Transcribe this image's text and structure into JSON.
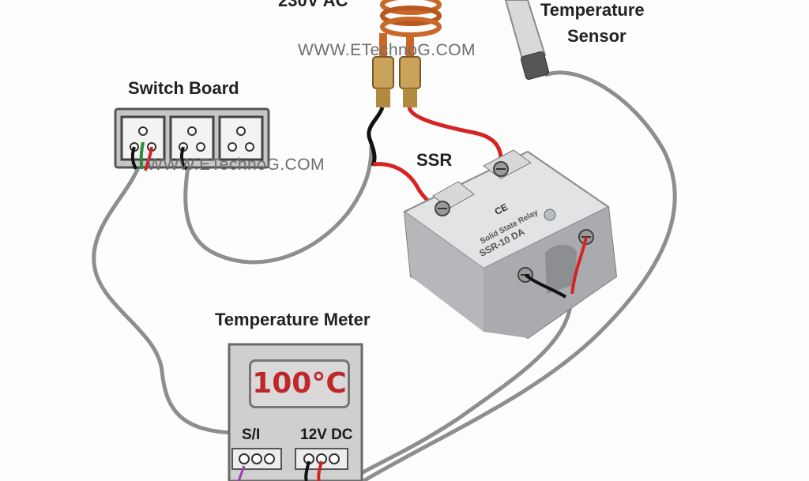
{
  "labels": {
    "heater": "230V AC",
    "sensor_line1": "Temperature",
    "sensor_line2": "Sensor",
    "switch_board": "Switch Board",
    "ssr": "SSR",
    "temperature_meter": "Temperature Meter"
  },
  "watermarks": {
    "top": "WWW.ETechnoG.COM",
    "middle": "WWW.ETechnoG.COM"
  },
  "meter": {
    "reading": "100°C",
    "input_label": "S/I",
    "power_label": "12V DC"
  },
  "ssr_device": {
    "model": "SSR-10 DA",
    "brand_text": "Solid State Relay",
    "ce_mark": "CE"
  },
  "colors": {
    "wire_black": "#111111",
    "wire_red": "#d42424",
    "wire_gray": "#8e8e8e",
    "heater_copper": "#c8692a",
    "display_red": "#c0272d"
  }
}
